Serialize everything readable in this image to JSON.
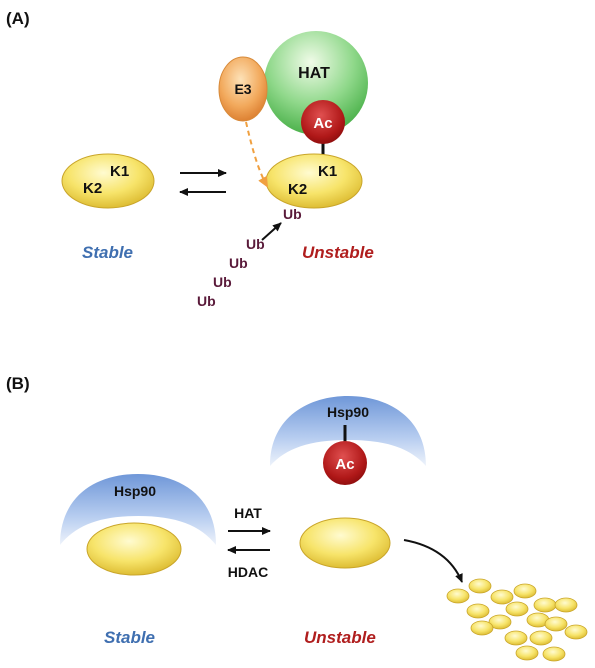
{
  "panel_a": {
    "label": "(A)",
    "e3": "E3",
    "hat": "HAT",
    "ac": "Ac",
    "left_k1": "K1",
    "left_k2": "K2",
    "right_k1": "K1",
    "right_k2": "K2",
    "ub_chain": [
      "Ub",
      "Ub",
      "Ub",
      "Ub"
    ],
    "ub_attached": "Ub",
    "stable": "Stable",
    "unstable": "Unstable"
  },
  "panel_b": {
    "label": "(B)",
    "hsp90_left": "Hsp90",
    "hsp90_right": "Hsp90",
    "ac": "Ac",
    "hat": "HAT",
    "hdac": "HDAC",
    "stable": "Stable",
    "unstable": "Unstable"
  },
  "colors": {
    "yellow": "#f2d64b",
    "orange": "#f0a050",
    "green": "#5cc35c",
    "red": "#b01818",
    "blue": "#7aa0dc",
    "stable_text": "#3f6fb0",
    "unstable_text": "#b01e1e",
    "ub_text": "#5a1a3a"
  }
}
